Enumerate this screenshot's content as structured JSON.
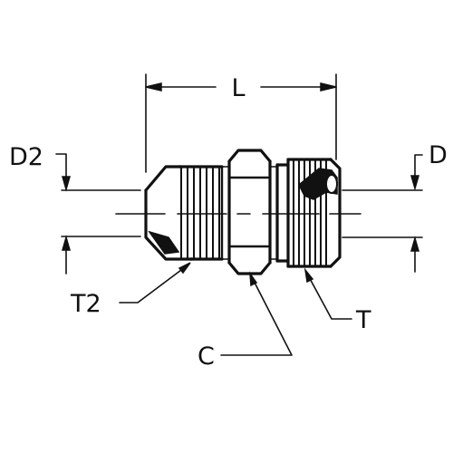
{
  "labels": {
    "length": "L",
    "diameter_left": "D2",
    "diameter_right": "D",
    "thread_left": "T2",
    "thread_right": "T",
    "hex": "C"
  },
  "colors": {
    "ink": "#111111",
    "background": "#ffffff"
  }
}
